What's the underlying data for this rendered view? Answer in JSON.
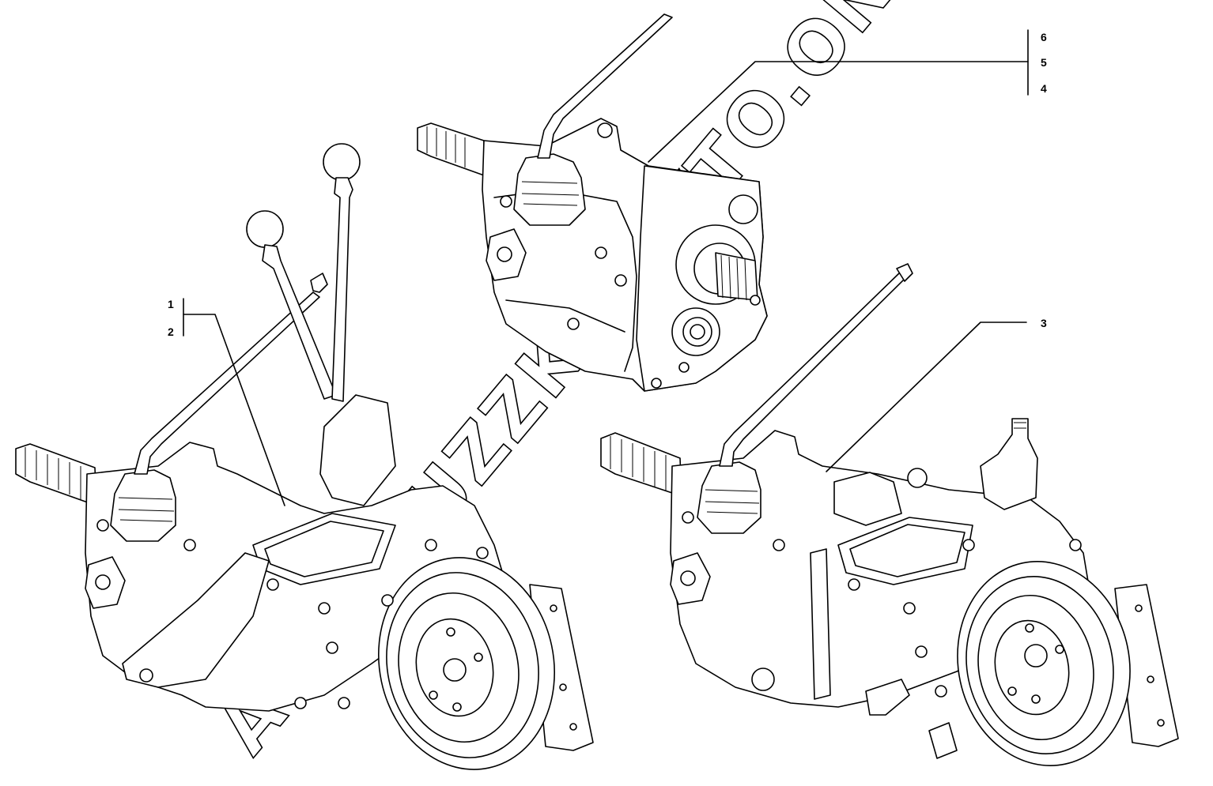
{
  "callouts": {
    "c1": "1",
    "c2": "2",
    "c3": "3",
    "c4": "4",
    "c5": "5",
    "c6": "6"
  },
  "watermark": "AVTOBUZZKA.AVTO.ONLINE"
}
